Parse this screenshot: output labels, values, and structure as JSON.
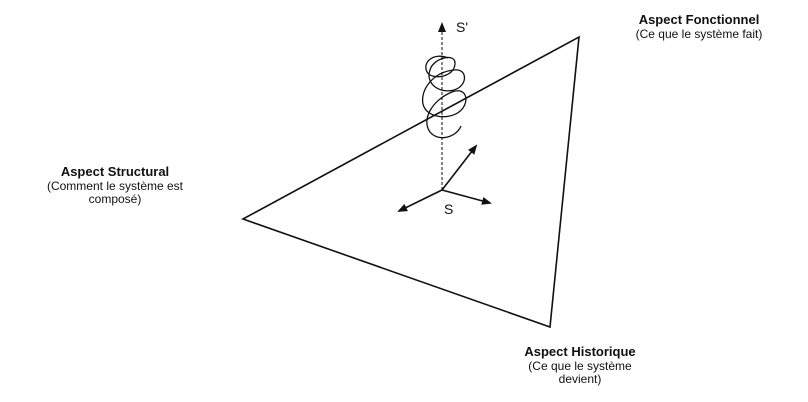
{
  "labels": {
    "functional": {
      "title": "Aspect Fonctionnel",
      "subtitle": "(Ce que le système fait)"
    },
    "structural": {
      "title": "Aspect Structural",
      "subtitle_line1": "(Comment le système est",
      "subtitle_line2": "composé)"
    },
    "historical": {
      "title": "Aspect Historique",
      "subtitle_line1": "(Ce que le système",
      "subtitle_line2": "devient)"
    }
  },
  "axis_labels": {
    "s_prime": "S'",
    "s": "S"
  }
}
